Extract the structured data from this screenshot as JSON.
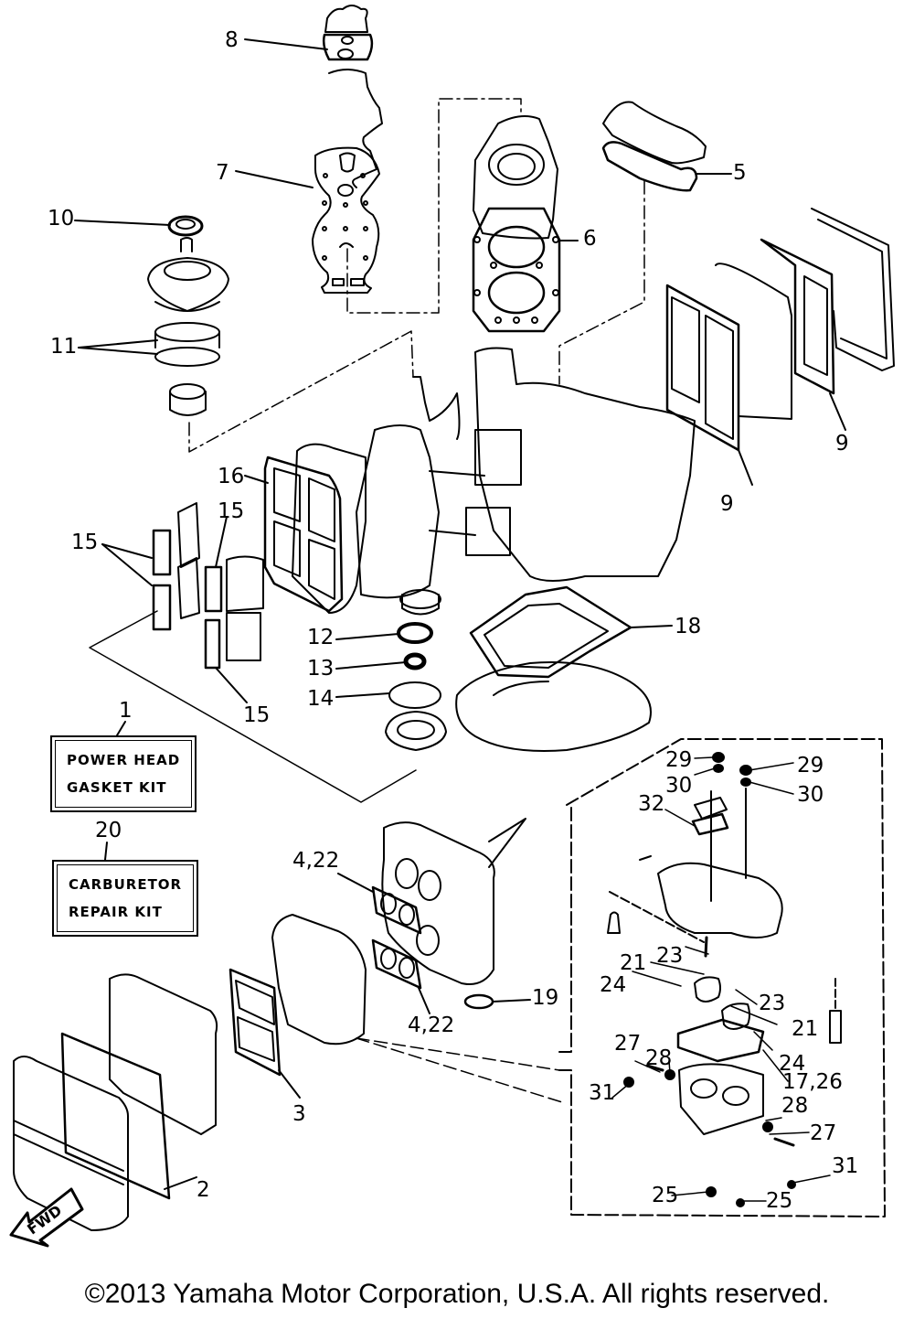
{
  "title": "Power Head Gasket Kit / Carburetor Repair Kit exploded view",
  "kits": [
    {
      "ref": "1",
      "line1": "POWER HEAD",
      "line2": "GASKET KIT"
    },
    {
      "ref": "20",
      "line1": "CARBURETOR",
      "line2": "REPAIR KIT"
    }
  ],
  "callouts": {
    "c8": "8",
    "c7": "7",
    "c10": "10",
    "c11": "11",
    "c6": "6",
    "c5": "5",
    "c9a": "9",
    "c9b": "9",
    "c16": "16",
    "c15a": "15",
    "c15b": "15",
    "c15c": "15",
    "c12": "12",
    "c13": "13",
    "c14": "14",
    "c18": "18",
    "c4a": "4,22",
    "c4b": "4,22",
    "c19": "19",
    "c3": "3",
    "c2": "2",
    "c29a": "29",
    "c29b": "29",
    "c30a": "30",
    "c30b": "30",
    "c32": "32",
    "c23a": "23",
    "c23b": "23",
    "c21a": "21",
    "c21b": "21",
    "c24a": "24",
    "c24b": "24",
    "c27a": "27",
    "c27b": "27",
    "c28a": "28",
    "c28b": "28",
    "c17": "17,26",
    "c31a": "31",
    "c31b": "31",
    "c25a": "25",
    "c25b": "25"
  },
  "direction_arrow": {
    "label": "FWD",
    "icon": "forward-arrow-icon"
  },
  "copyright": "©2013 Yamaha Motor Corporation, U.S.A. All rights reserved."
}
